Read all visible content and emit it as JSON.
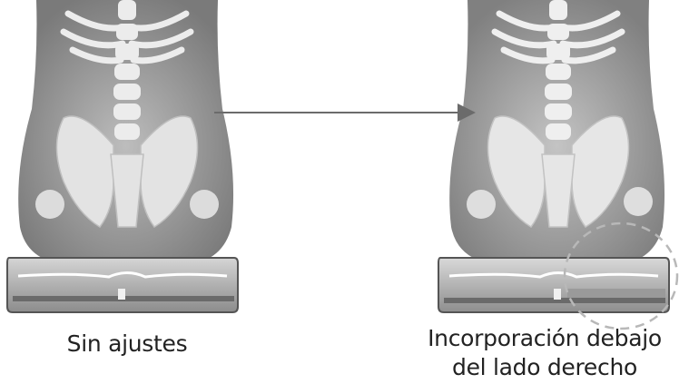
{
  "captions": {
    "left": "Sin ajustes",
    "right_line1": "Incorporación debajo",
    "right_line2": "del lado derecho"
  },
  "colors": {
    "skin": "#9a9a9a",
    "bone": "#e6e6e6",
    "cushion": "#8a8a8a",
    "arrow": "#6b6b6b",
    "highlight": "#b8b8b8"
  },
  "icons": {
    "arrow": "arrow-right-icon",
    "highlight": "dashed-circle-icon"
  }
}
